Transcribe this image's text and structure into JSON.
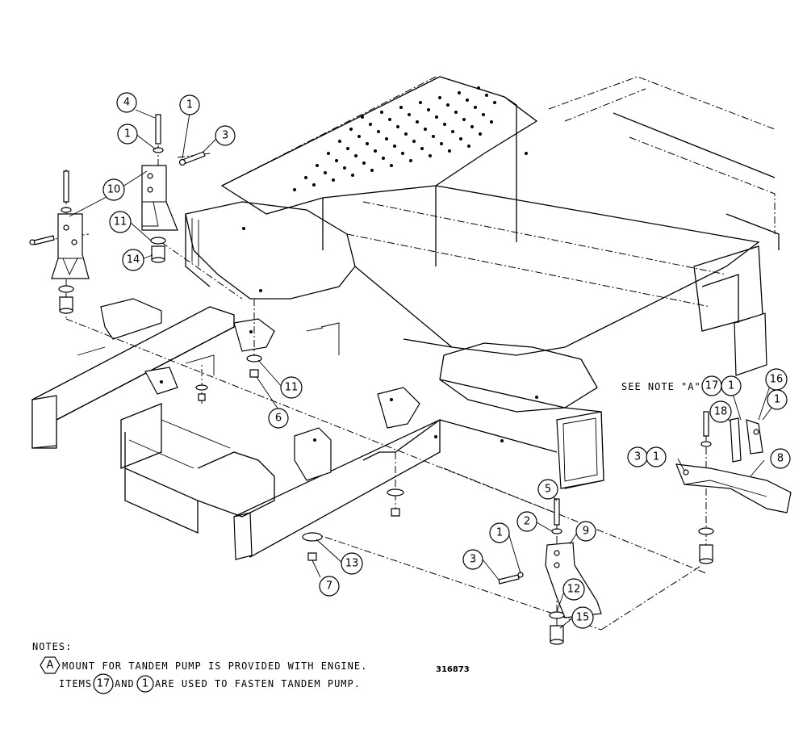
{
  "callouts": {
    "c4": "4",
    "c1a": "1",
    "c1b": "1",
    "c3a": "3",
    "c10": "10",
    "c11a": "11",
    "c14": "14",
    "c11b": "11",
    "c6": "6",
    "c5": "5",
    "c2": "2",
    "c1c": "1",
    "c9": "9",
    "c3b": "3",
    "c12": "12",
    "c15": "15",
    "c13": "13",
    "c7": "7",
    "c3c": "3",
    "c1d": "1",
    "c8": "8",
    "c18": "18",
    "c16": "16",
    "c1e": "1",
    "c17": "17",
    "c1f": "1"
  },
  "see_note": {
    "prefix": "SEE NOTE \"A\""
  },
  "notes": {
    "heading": "NOTES:",
    "marker": "A",
    "line1": "MOUNT FOR TANDEM PUMP IS PROVIDED WITH ENGINE.",
    "line2_a": "ITEMS",
    "line2_item1": "17",
    "line2_b": "AND",
    "line2_item2": "1",
    "line2_c": "ARE USED TO FASTEN TANDEM PUMP."
  },
  "drawing_number": "316873"
}
